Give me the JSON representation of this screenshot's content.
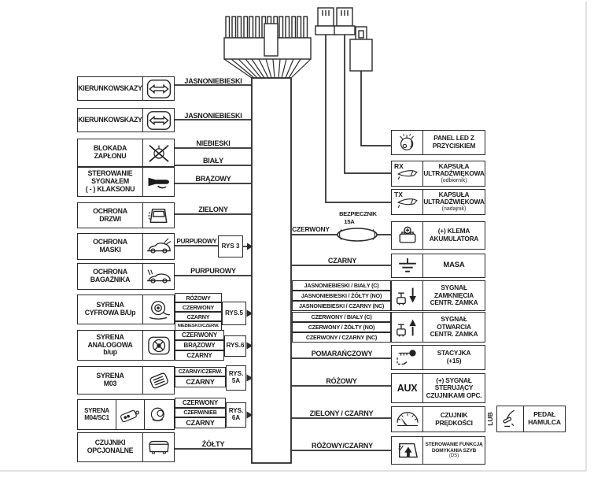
{
  "colors": {
    "line": "#2b2b2b",
    "text": "#1a1a1a",
    "bg": "#ffffff"
  },
  "left_modules": [
    {
      "label": "KIERUNKOWSKAZY",
      "icon": "turn-signals"
    },
    {
      "label": "KIERUNKOWSKAZY",
      "icon": "turn-signals"
    },
    {
      "label": "BLOKADA\nZAPŁONU",
      "icon": "ignition-blocked"
    },
    {
      "label": "STEROWANIE\nSYGNAŁEM\n( - ) KLAKSONU",
      "icon": "horn"
    },
    {
      "label": "OCHRONA\nDRZWI",
      "icon": "car-door"
    },
    {
      "label": "OCHRONA\nMASKI",
      "icon": "car-hood"
    },
    {
      "label": "OCHRONA\nBAGAŻNIKA",
      "icon": "car-trunk"
    },
    {
      "label": "SYRENA\nCYFROWA B/Up",
      "icon": "digital-siren"
    },
    {
      "label": "SYRENA\nANALOGOWA\nb/up",
      "icon": "analog-siren"
    },
    {
      "label": "SYRENA\nM03",
      "icon": "siren-m03"
    },
    {
      "label": "SYRENA\nM04/SC1",
      "icon": "remote-and-siren"
    },
    {
      "label": "CZUJNIKI\nOPCJONALNE",
      "icon": "optional-sensor"
    }
  ],
  "wire_labels": {
    "w1": "JASNONIEBIESKI",
    "w2": "JASNONIEBIESKI",
    "w3": "NIEBIESKI",
    "w4": "BIAŁY",
    "w5": "BRĄZOWY",
    "w6": "ZIELONY",
    "w7": "PURPUROWY",
    "w8": "PURPUROWY",
    "w9": "ŻÓŁTY",
    "cyfrowa": [
      "RÓŻOWY",
      "CZERWONY",
      "CZARNY",
      "NIEBIESKO/CZERW."
    ],
    "analogowa": [
      "CZERWONY",
      "BRĄZOWY",
      "CZARNY"
    ],
    "m03": [
      "CZARNY/CZERW.",
      "CZARNY"
    ],
    "m04": [
      "CZERWONY",
      "CZERW/NIEB",
      "CZARNY"
    ]
  },
  "rys": {
    "r3": "RYS 3",
    "r5": "RYS.5",
    "r6": "RYS.6",
    "r5a": "RYS.\n5A",
    "r6a": "RYS.\n6A"
  },
  "fuse": {
    "wire": "CZERWONY",
    "name": "BEZPIECZNIK",
    "rating": "15A"
  },
  "right_wires": {
    "masa": "CZARNY",
    "zamkniecia": [
      "JASNONIEBIESKI / BIAŁY (C)",
      "JASNONIEBIESKI / ŻÓŁTY (NO)",
      "JASNONIEBIESKI / CZARNY (NC)"
    ],
    "otwarcia": [
      "CZERWONY / BIAŁY (C)",
      "CZERWONY / ŻÓŁTY (NO)",
      "CZERWONY / CZARNY (NC)"
    ],
    "stacyjka": "POMARAŃCZOWY",
    "aux": "RÓŻOWY",
    "czujnik": "ZIELONY / CZARNY",
    "szyby": "RÓŻOWY/CZARNY"
  },
  "right_modules": [
    {
      "label": "PANEL LED Z\nPRZYCISKIEM",
      "icon": "led-panel"
    },
    {
      "tag": "RX",
      "label": "KAPSUŁA\nULTRADŹWIĘKOWA",
      "sub": "(odbiornik)",
      "icon": "ultrasonic-capsule"
    },
    {
      "tag": "TX",
      "label": "KAPSUŁA\nULTRADŹWIĘKOWA",
      "sub": "(nadajnik)",
      "icon": "ultrasonic-capsule"
    },
    {
      "label": "(+) KLEMA\nAKUMULATORA",
      "icon": "battery-terminal"
    },
    {
      "label": "MASA",
      "icon": "ground"
    },
    {
      "label": "SYGNAŁ\nZAMKNIĘCIA\nCENTR. ZAMKA",
      "icon": "lock-actuator-down"
    },
    {
      "label": "SYGNAŁ\nOTWARCIA\nCENTR. ZAMKA",
      "icon": "lock-actuator-up"
    },
    {
      "label": "STACYJKA\n(+15)",
      "icon": "ignition-key"
    },
    {
      "tag": "AUX",
      "label": "(+) SYGNAŁ\nSTERUJĄCY\nCZUJNIKAMI OPC."
    },
    {
      "label": "CZUJNIK\nPRĘDKOŚCI",
      "icon": "speedometer"
    },
    {
      "label": "STEROWANIE FUNKCJĄ\nDOMYKANIA SZYB",
      "sub": "(DS)",
      "icon": "window-closing"
    }
  ],
  "alt_brake": {
    "conjunction": "LUB",
    "label": "PEDAŁ\nHAMULCA",
    "icon": "brake-pedal"
  }
}
